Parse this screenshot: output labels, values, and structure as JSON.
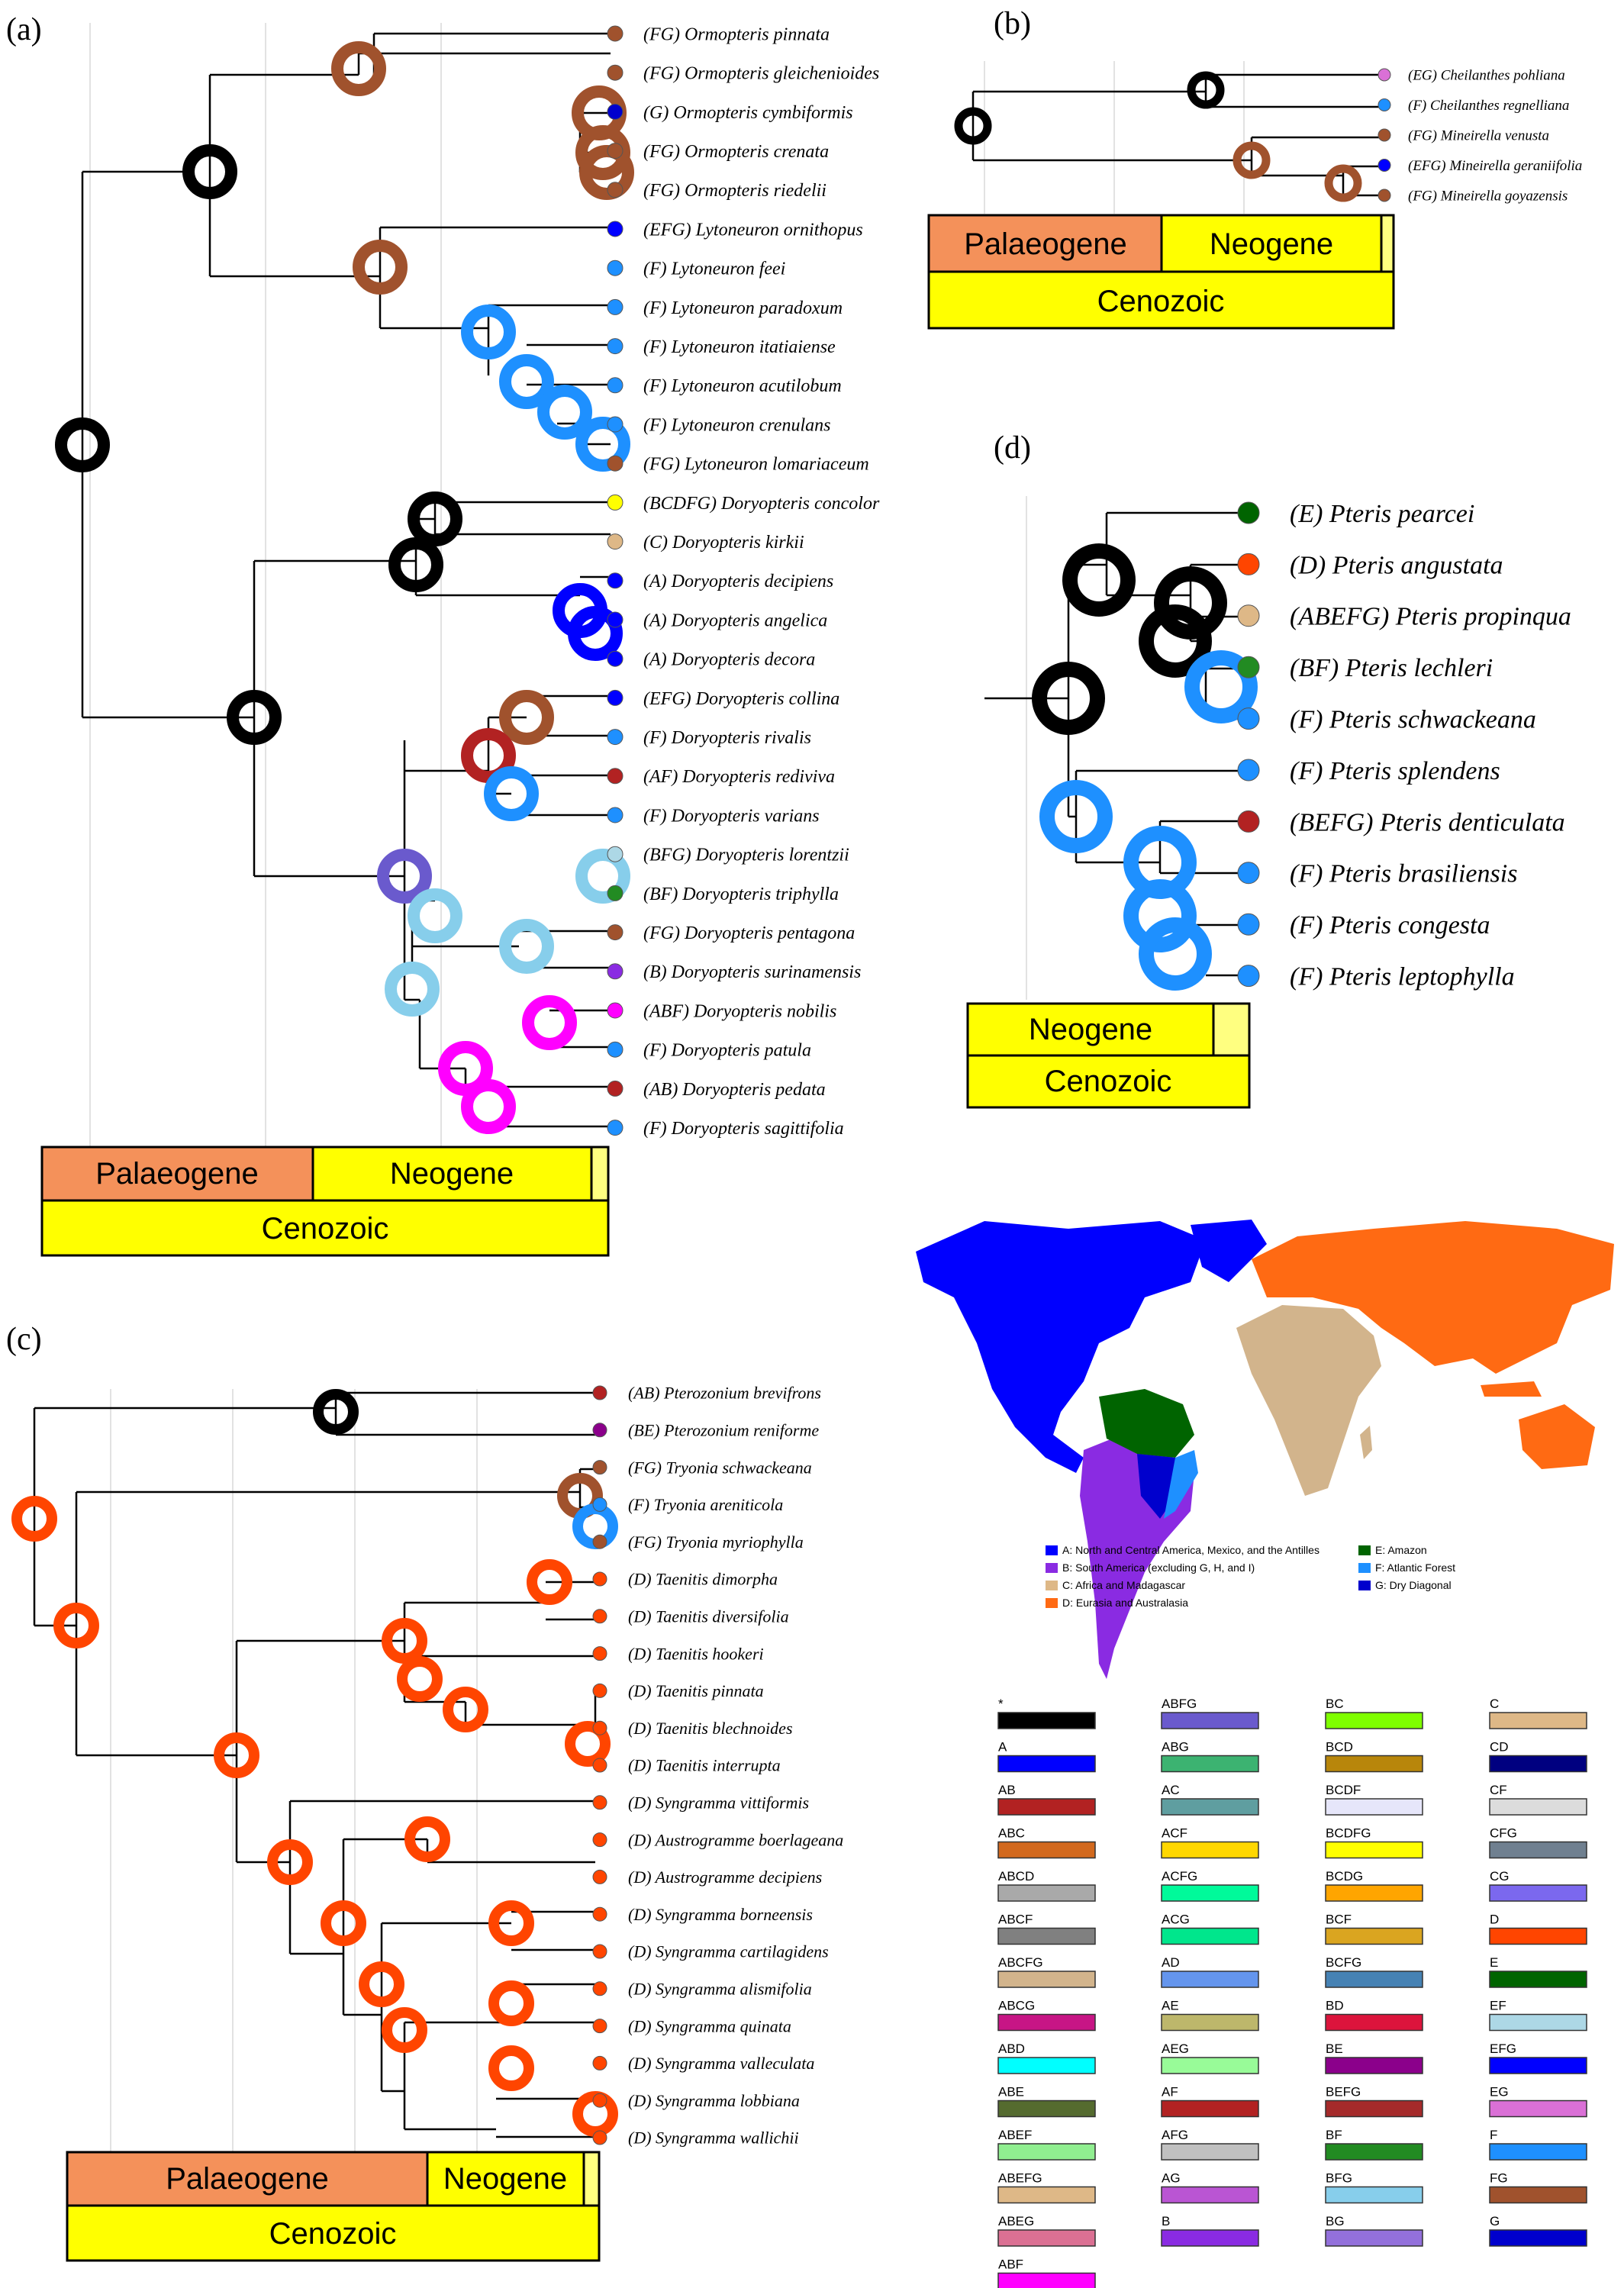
{
  "panels": {
    "a": {
      "label": "(a)",
      "tips": [
        "(FG) Ormopteris pinnata",
        "(FG) Ormopteris gleichenioides",
        "(G) Ormopteris cymbiformis",
        "(FG) Ormopteris crenata",
        "(FG) Ormopteris riedelii",
        "(EFG) Lytoneuron ornithopus",
        "(F) Lytoneuron feei",
        "(F) Lytoneuron paradoxum",
        "(F) Lytoneuron itatiaiense",
        "(F) Lytoneuron acutilobum",
        "(F) Lytoneuron crenulans",
        "(FG) Lytoneuron lomariaceum",
        "(BCDFG) Doryopteris concolor",
        "(C) Doryopteris kirkii",
        "(A) Doryopteris decipiens",
        "(A) Doryopteris angelica",
        "(A) Doryopteris decora",
        "(EFG) Doryopteris collina",
        "(F) Doryopteris rivalis",
        "(AF) Doryopteris rediviva",
        "(F) Doryopteris varians",
        "(BFG) Doryopteris lorentzii",
        "(BF) Doryopteris triphylla",
        "(FG) Doryopteris pentagona",
        "(B) Doryopteris surinamensis",
        "(ABF) Doryopteris nobilis",
        "(F) Doryopteris patula",
        "(AB) Doryopteris pedata",
        "(F) Doryopteris sagittifolia"
      ],
      "tip_colors": [
        "#a0522d",
        "#a0522d",
        "#0000cd",
        "#a0522d",
        "#a0522d",
        "#0000ff",
        "#1e90ff",
        "#1e90ff",
        "#1e90ff",
        "#1e90ff",
        "#1e90ff",
        "#a0522d",
        "#ffff00",
        "#deb887",
        "#0000ff",
        "#0000ff",
        "#0000ff",
        "#0000ff",
        "#1e90ff",
        "#b22222",
        "#1e90ff",
        "#add8e6",
        "#228b22",
        "#a0522d",
        "#8a2be2",
        "#ff00ff",
        "#1e90ff",
        "#b22222",
        "#1e90ff"
      ],
      "timescale": {
        "epoch1": "Palaeogene",
        "epoch2": "Neogene",
        "era": "Cenozoic"
      }
    },
    "b": {
      "label": "(b)",
      "tips": [
        "(EG) Cheilanthes pohliana",
        "(F) Cheilanthes regnelliana",
        "(FG) Mineirella venusta",
        "(EFG) Mineirella geraniifolia",
        "(FG) Mineirella goyazensis"
      ],
      "tip_colors": [
        "#da70d6",
        "#1e90ff",
        "#a0522d",
        "#0000ff",
        "#a0522d"
      ],
      "timescale": {
        "epoch1": "Palaeogene",
        "epoch2": "Neogene",
        "era": "Cenozoic"
      }
    },
    "c": {
      "label": "(c)",
      "tips": [
        "(AB) Pterozonium brevifrons",
        "(BE) Pterozonium reniforme",
        "(FG) Tryonia schwackeana",
        "(F) Tryonia areniticola",
        "(FG) Tryonia myriophylla",
        "(D) Taenitis dimorpha",
        "(D) Taenitis diversifolia",
        "(D) Taenitis hookeri",
        "(D) Taenitis pinnata",
        "(D) Taenitis blechnoides",
        "(D) Taenitis interrupta",
        "(D) Syngramma vittiformis",
        "(D) Austrogramme boerlageana",
        "(D) Austrogramme decipiens",
        "(D) Syngramma borneensis",
        "(D) Syngramma cartilagidens",
        "(D) Syngramma alismifolia",
        "(D) Syngramma quinata",
        "(D) Syngramma valleculata",
        "(D) Syngramma lobbiana",
        "(D) Syngramma wallichii"
      ],
      "tip_colors": [
        "#b22222",
        "#8b008b",
        "#a0522d",
        "#1e90ff",
        "#a0522d",
        "#ff4500",
        "#ff4500",
        "#ff4500",
        "#ff4500",
        "#ff4500",
        "#ff4500",
        "#ff4500",
        "#ff4500",
        "#ff4500",
        "#ff4500",
        "#ff4500",
        "#ff4500",
        "#ff4500",
        "#ff4500",
        "#ff4500",
        "#ff4500"
      ],
      "timescale": {
        "epoch1": "Palaeogene",
        "epoch2": "Neogene",
        "era": "Cenozoic"
      }
    },
    "d": {
      "label": "(d)",
      "tips": [
        "(E) Pteris pearcei",
        "(D) Pteris angustata",
        "(ABEFG) Pteris propinqua",
        "(BF) Pteris lechleri",
        "(F) Pteris schwackeana",
        "(F) Pteris splendens",
        "(BEFG) Pteris denticulata",
        "(F) Pteris brasiliensis",
        "(F) Pteris congesta",
        "(F) Pteris leptophylla"
      ],
      "tip_colors": [
        "#006400",
        "#ff4500",
        "#deb887",
        "#228b22",
        "#1e90ff",
        "#1e90ff",
        "#b22222",
        "#1e90ff",
        "#1e90ff",
        "#1e90ff"
      ],
      "timescale": {
        "epoch2": "Neogene",
        "era": "Cenozoic"
      }
    }
  },
  "map_legend": [
    {
      "label": "A: North and Central America, Mexico, and the Antilles",
      "color": "#0000ff"
    },
    {
      "label": "B: South America (excluding G, H, and I)",
      "color": "#8a2be2"
    },
    {
      "label": "C: Africa and Madagascar",
      "color": "#deb887"
    },
    {
      "label": "D: Eurasia and Australasia",
      "color": "#ff6a13"
    },
    {
      "label": "E: Amazon",
      "color": "#006400"
    },
    {
      "label": "F: Atlantic Forest",
      "color": "#1e90ff"
    },
    {
      "label": "G: Dry Diagonal",
      "color": "#0000cd"
    }
  ],
  "area_legend": [
    [
      {
        "label": "*",
        "color": "#000000"
      },
      {
        "label": "A",
        "color": "#0000ff"
      },
      {
        "label": "AB",
        "color": "#b22222"
      },
      {
        "label": "ABC",
        "color": "#d2691e"
      },
      {
        "label": "ABCD",
        "color": "#a9a9a9"
      },
      {
        "label": "ABCF",
        "color": "#808080"
      },
      {
        "label": "ABCFG",
        "color": "#d2b48c"
      },
      {
        "label": "ABCG",
        "color": "#c71585"
      },
      {
        "label": "ABD",
        "color": "#00ffff"
      },
      {
        "label": "ABE",
        "color": "#556b2f"
      },
      {
        "label": "ABEF",
        "color": "#90ee90"
      },
      {
        "label": "ABEFG",
        "color": "#deb887"
      },
      {
        "label": "ABEG",
        "color": "#db7093"
      },
      {
        "label": "ABF",
        "color": "#ff00ff"
      }
    ],
    [
      {
        "label": "ABFG",
        "color": "#6a5acd"
      },
      {
        "label": "ABG",
        "color": "#3cb371"
      },
      {
        "label": "AC",
        "color": "#5f9ea0"
      },
      {
        "label": "ACF",
        "color": "#ffd700"
      },
      {
        "label": "ACFG",
        "color": "#00fa9a"
      },
      {
        "label": "ACG",
        "color": "#00e68c"
      },
      {
        "label": "AD",
        "color": "#6495ed"
      },
      {
        "label": "AE",
        "color": "#bdb76b"
      },
      {
        "label": "AEG",
        "color": "#98fb98"
      },
      {
        "label": "AF",
        "color": "#b22222"
      },
      {
        "label": "AFG",
        "color": "#c0c0c0"
      },
      {
        "label": "AG",
        "color": "#ba55d3"
      },
      {
        "label": "B",
        "color": "#8a2be2"
      }
    ],
    [
      {
        "label": "BC",
        "color": "#7fff00"
      },
      {
        "label": "BCD",
        "color": "#b8860b"
      },
      {
        "label": "BCDF",
        "color": "#e6e6fa"
      },
      {
        "label": "BCDFG",
        "color": "#ffff00"
      },
      {
        "label": "BCDG",
        "color": "#ffa500"
      },
      {
        "label": "BCF",
        "color": "#daa520"
      },
      {
        "label": "BCFG",
        "color": "#4682b4"
      },
      {
        "label": "BD",
        "color": "#dc143c"
      },
      {
        "label": "BE",
        "color": "#8b008b"
      },
      {
        "label": "BEFG",
        "color": "#a52a2a"
      },
      {
        "label": "BF",
        "color": "#228b22"
      },
      {
        "label": "BFG",
        "color": "#87ceeb"
      },
      {
        "label": "BG",
        "color": "#9370db"
      }
    ],
    [
      {
        "label": "C",
        "color": "#deb887"
      },
      {
        "label": "CD",
        "color": "#000080"
      },
      {
        "label": "CF",
        "color": "#dcdcdc"
      },
      {
        "label": "CFG",
        "color": "#708090"
      },
      {
        "label": "CG",
        "color": "#7b68ee"
      },
      {
        "label": "D",
        "color": "#ff4500"
      },
      {
        "label": "E",
        "color": "#006400"
      },
      {
        "label": "EF",
        "color": "#add8e6"
      },
      {
        "label": "EFG",
        "color": "#0000ff"
      },
      {
        "label": "EG",
        "color": "#da70d6"
      },
      {
        "label": "F",
        "color": "#1e90ff"
      },
      {
        "label": "FG",
        "color": "#a0522d"
      },
      {
        "label": "G",
        "color": "#0000cd"
      }
    ]
  ]
}
